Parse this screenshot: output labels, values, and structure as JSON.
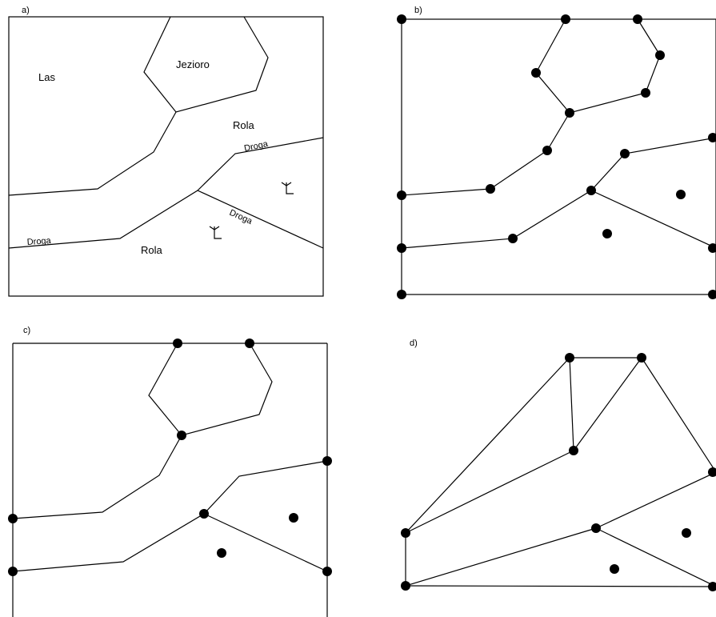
{
  "panels": {
    "a": {
      "label": "a)",
      "texts": {
        "las": "Las",
        "jezioro": "Jezioro",
        "rola_top": "Rola",
        "rola_bottom": "Rola",
        "droga_upper": "Droga",
        "droga_left": "Droga",
        "droga_diag": "Droga"
      },
      "symbol_name": "tree-symbol-icon"
    },
    "b": {
      "label": "b)"
    },
    "c": {
      "label": "c)"
    },
    "d": {
      "label": "d)"
    }
  }
}
